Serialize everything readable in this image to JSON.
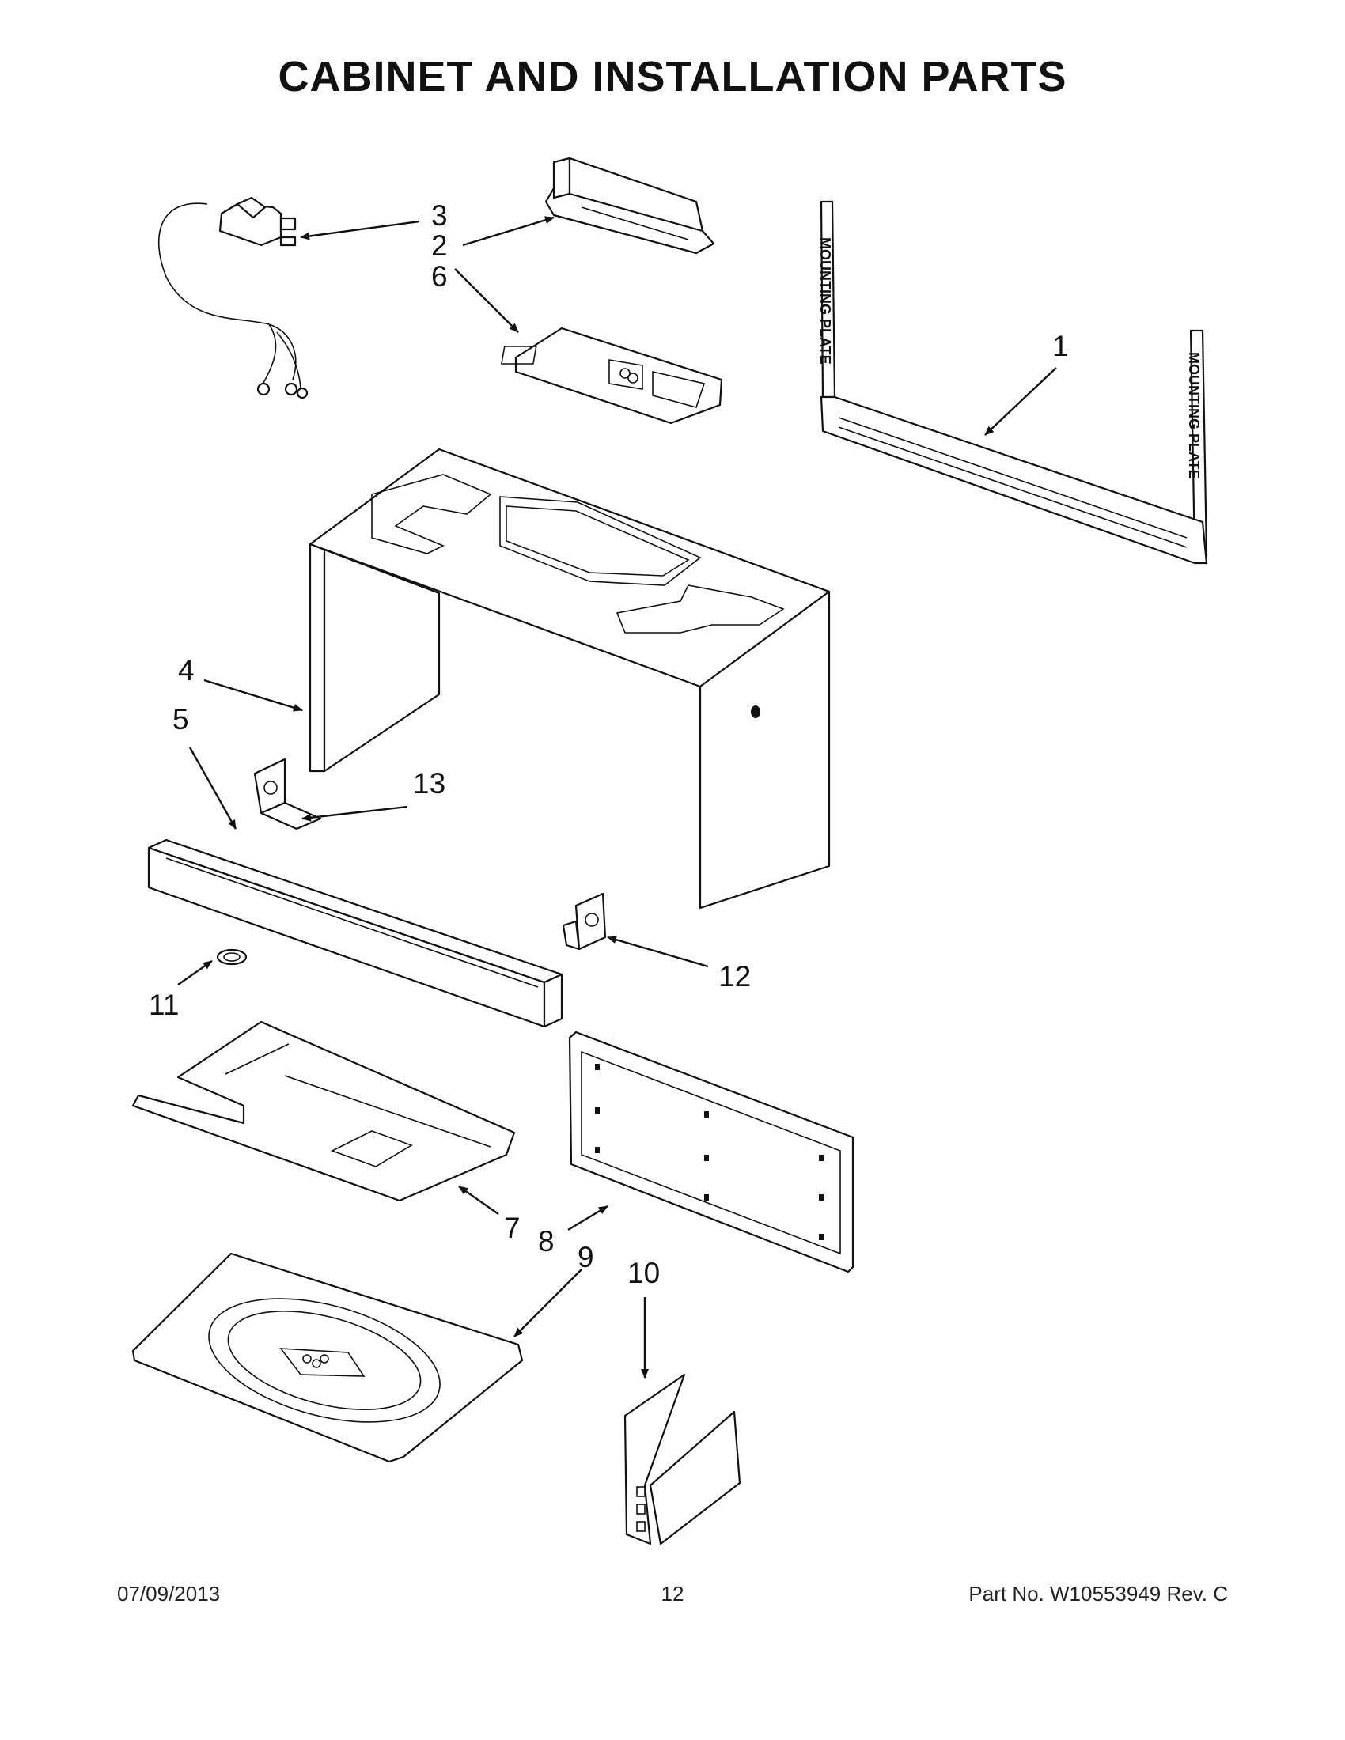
{
  "page": {
    "title": "CABINET AND INSTALLATION PARTS"
  },
  "callouts": [
    {
      "id": "1",
      "label": "1"
    },
    {
      "id": "2",
      "label": "2"
    },
    {
      "id": "3",
      "label": "3"
    },
    {
      "id": "4",
      "label": "4"
    },
    {
      "id": "5",
      "label": "5"
    },
    {
      "id": "6",
      "label": "6"
    },
    {
      "id": "7",
      "label": "7"
    },
    {
      "id": "8",
      "label": "8"
    },
    {
      "id": "9",
      "label": "9"
    },
    {
      "id": "10",
      "label": "10"
    },
    {
      "id": "11",
      "label": "11"
    },
    {
      "id": "12",
      "label": "12"
    },
    {
      "id": "13",
      "label": "13"
    }
  ],
  "mounting_plate_text": "MOUNTING PLATE",
  "footer": {
    "date": "07/09/2013",
    "page_number": "12",
    "part_number": "Part No.  W10553949  Rev.  C"
  }
}
